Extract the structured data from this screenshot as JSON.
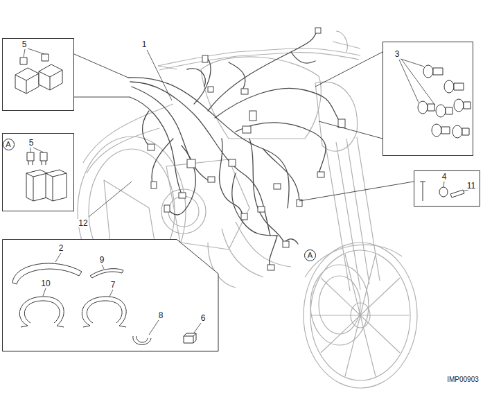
{
  "diagram": {
    "nodes": [
      {
        "text": [
          "5"
        ]
      },
      {
        "text": [
          "3"
        ]
      },
      {
        "text": [
          "5"
        ]
      },
      {
        "text": [
          "A"
        ],
        "in": 2
      },
      {
        "text": [
          "4",
          "11"
        ]
      },
      {
        "text": [
          "2",
          "9",
          "10",
          "7",
          "8",
          "6"
        ]
      },
      {
        "text": [
          "A"
        ]
      }
    ],
    "labels": [
      "1",
      "12",
      "IMP00903"
    ]
  }
}
